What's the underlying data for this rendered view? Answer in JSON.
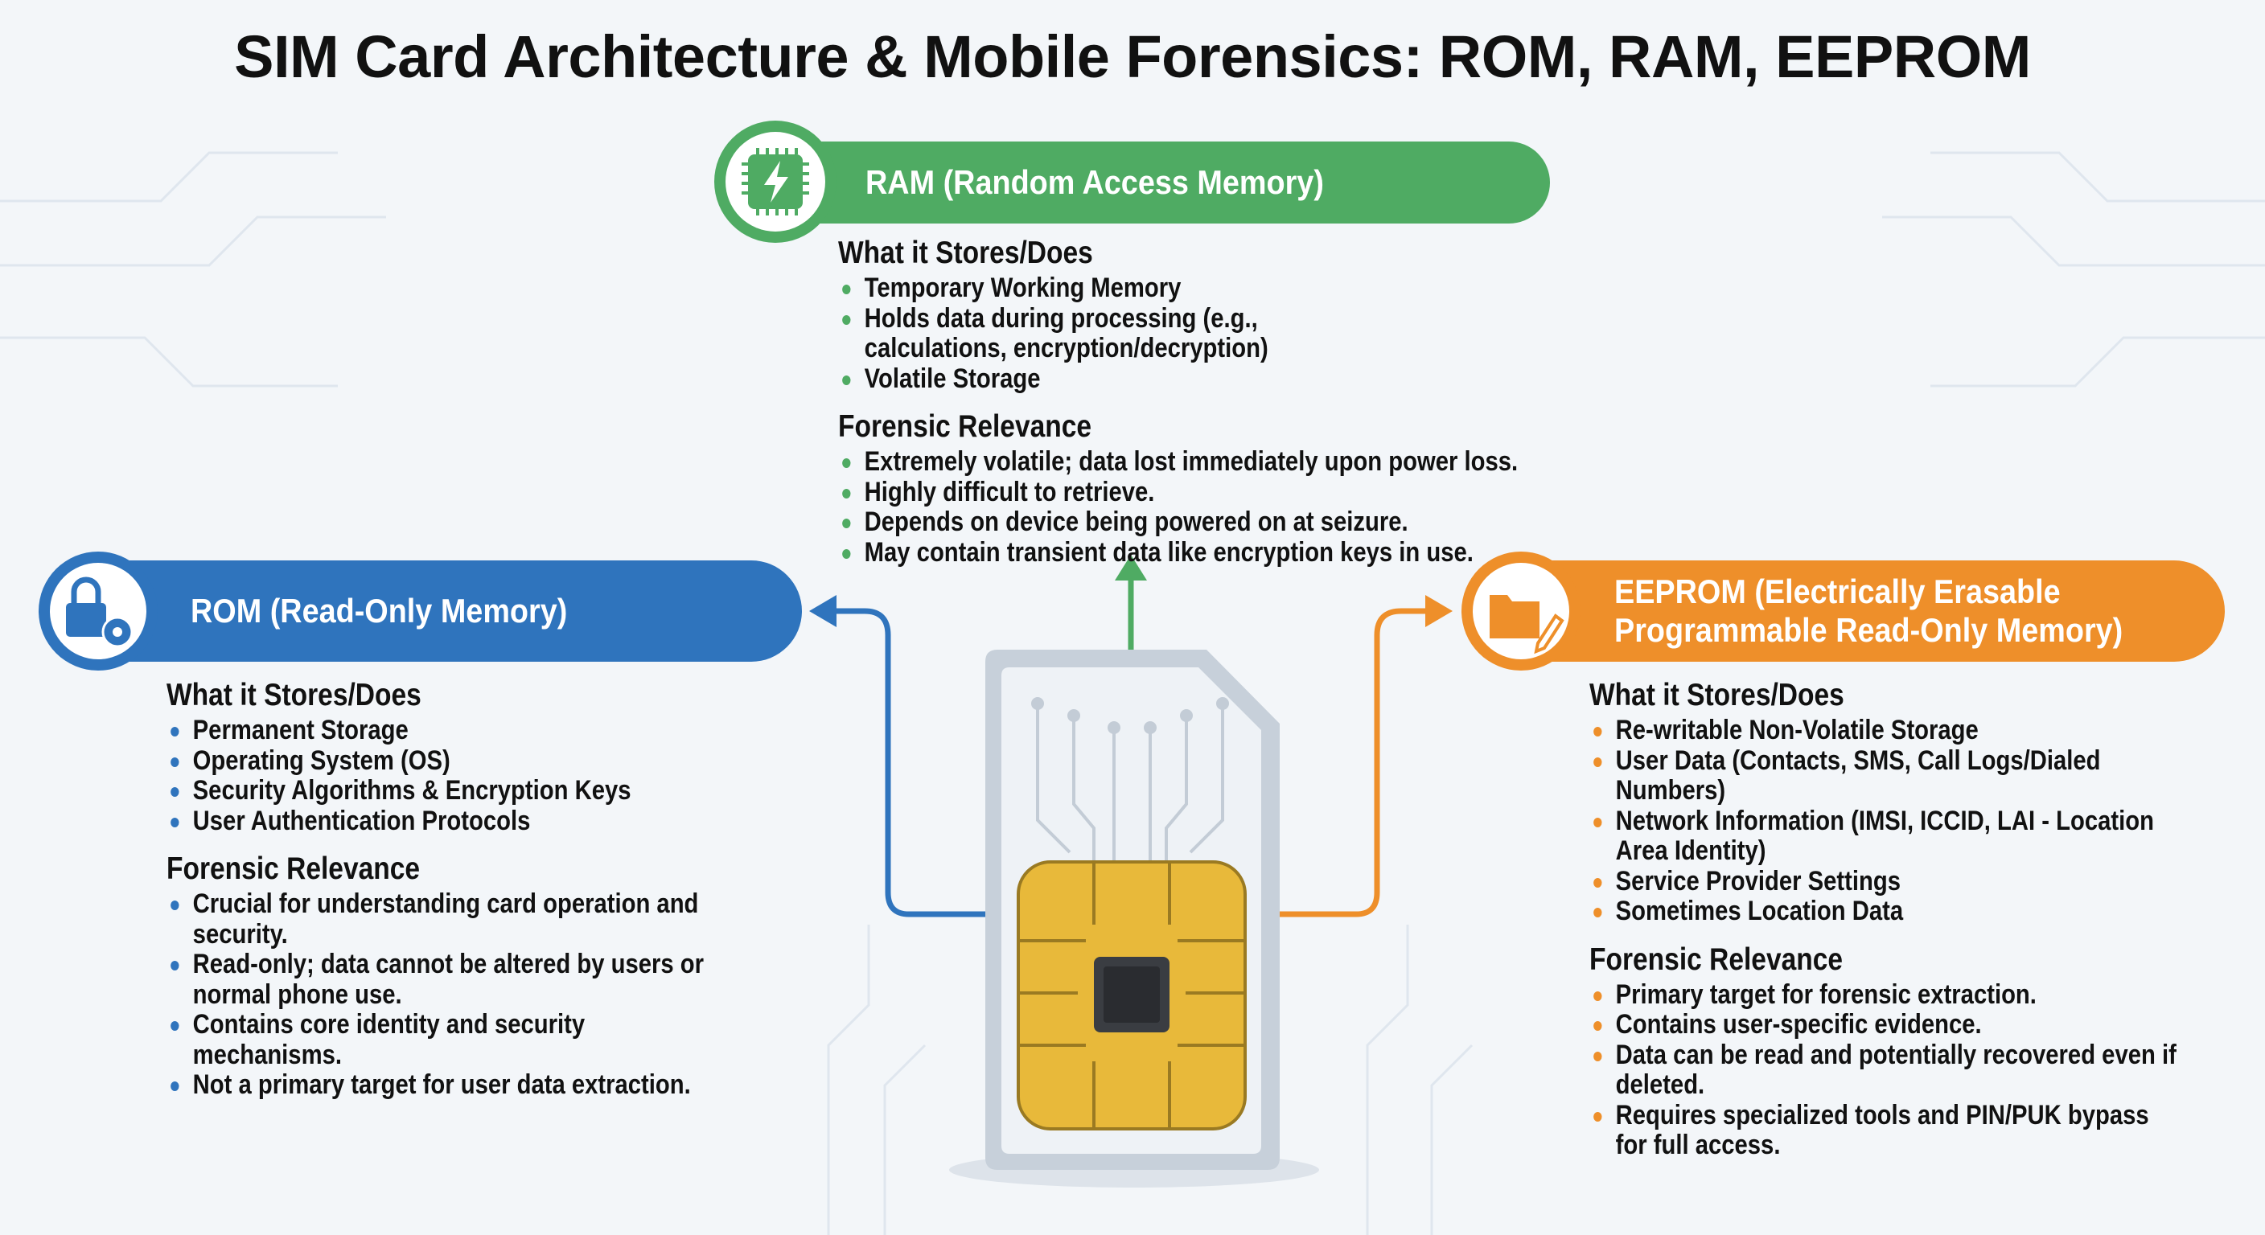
{
  "title": "SIM Card Architecture & Mobile Forensics: ROM, RAM, EEPROM",
  "colors": {
    "ram": "#4fab63",
    "rom": "#2f74bd",
    "eeprom": "#ee8f2a",
    "chip": "#e8b93a",
    "background": "#f3f6f9"
  },
  "ram": {
    "icon": "lightning-chip-icon",
    "header": "RAM (Random Access Memory)",
    "stores_heading": "What it Stores/Does",
    "stores": [
      "Temporary Working Memory",
      "Holds data during processing (e.g., calculations, encryption/decryption)",
      "Volatile Storage"
    ],
    "forensic_heading": "Forensic Relevance",
    "forensic": [
      "Extremely volatile; data lost immediately upon power loss.",
      "Highly difficult to retrieve.",
      "Depends on device being powered on at seizure.",
      "May contain transient data like encryption keys in use."
    ]
  },
  "rom": {
    "icon": "lock-gear-icon",
    "header": "ROM (Read-Only Memory)",
    "stores_heading": "What it Stores/Does",
    "stores": [
      "Permanent Storage",
      "Operating System (OS)",
      "Security Algorithms & Encryption Keys",
      "User Authentication Protocols"
    ],
    "forensic_heading": "Forensic Relevance",
    "forensic": [
      "Crucial for understanding card operation and security.",
      "Read-only; data cannot be altered by users or normal phone use.",
      "Contains core identity and security mechanisms.",
      "Not a primary target for user data extraction."
    ]
  },
  "eeprom": {
    "icon": "folder-pencil-icon",
    "header_line1": "EEPROM (Electrically Erasable",
    "header_line2": "Programmable Read-Only Memory)",
    "stores_heading": "What it Stores/Does",
    "stores": [
      "Re-writable Non-Volatile Storage",
      "User Data (Contacts, SMS, Call Logs/Dialed Numbers)",
      "Network Information (IMSI, ICCID, LAI - Location Area Identity)",
      "Service Provider Settings",
      "Sometimes Location Data"
    ],
    "forensic_heading": "Forensic Relevance",
    "forensic": [
      "Primary target for forensic extraction.",
      "Contains user-specific evidence.",
      "Data can be read and potentially recovered even if deleted.",
      "Requires specialized tools and PIN/PUK bypass for full access."
    ]
  }
}
